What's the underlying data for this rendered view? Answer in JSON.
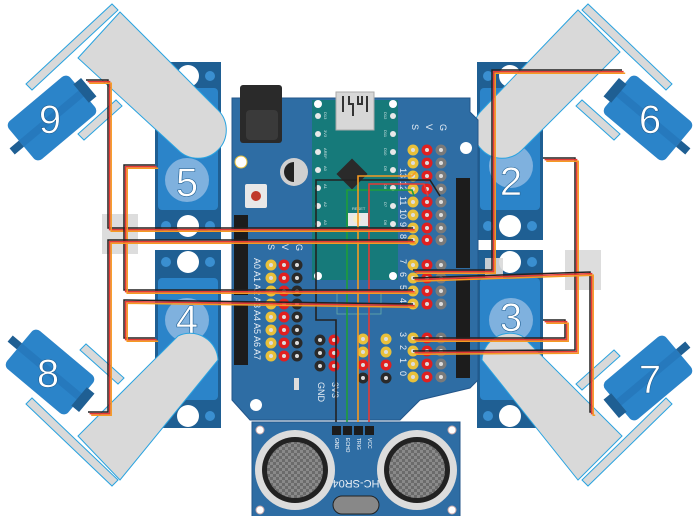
{
  "diagram": {
    "title": "Quadruped robot wiring: Arduino Nano on sensor shield, 8 servos, HC-SR04",
    "colors": {
      "shield": "#2e6da4",
      "nano": "#167a7a",
      "servo": "#2b7fc4",
      "servo_dark": "#1f5f93",
      "horn": "#d9d9d9",
      "horn_outline": "#29a3e0",
      "wire_black": "#222222",
      "wire_red": "#e53935",
      "wire_orange": "#f59a23",
      "wire_green": "#1f9d3a",
      "pin_signal": "#e8c03a",
      "pin_power": "#e02020",
      "pin_ground": "#555555"
    }
  },
  "servos": [
    {
      "id": "servo-9",
      "label": "9"
    },
    {
      "id": "servo-5",
      "label": "5"
    },
    {
      "id": "servo-6",
      "label": "6"
    },
    {
      "id": "servo-2",
      "label": "2"
    },
    {
      "id": "servo-8",
      "label": "8"
    },
    {
      "id": "servo-4",
      "label": "4"
    },
    {
      "id": "servo-7",
      "label": "7"
    },
    {
      "id": "servo-3",
      "label": "3"
    }
  ],
  "shield": {
    "digital_header_titles": [
      "S",
      "V",
      "G"
    ],
    "analog_header_titles": [
      "S",
      "V",
      "G"
    ],
    "digital_pins_top": [
      "13",
      "12",
      "11",
      "10",
      "9",
      "8"
    ],
    "digital_pins_mid": [
      "7",
      "6",
      "5",
      "4"
    ],
    "digital_pins_low": [
      "3",
      "2",
      "1",
      "0"
    ],
    "analog_pins": [
      "A0",
      "A1",
      "A2",
      "A3",
      "A4",
      "A5",
      "A6",
      "A7"
    ],
    "power_labels": [
      "3V3",
      "GND"
    ]
  },
  "nano": {
    "left_pins": [
      "D13",
      "3V3",
      "AREF",
      "A0",
      "A1",
      "A2",
      "A3",
      "A4",
      "A5",
      "A6",
      "A7",
      "5V",
      "RST",
      "GND",
      "VIN"
    ],
    "right_pins": [
      "D12",
      "D11",
      "D10",
      "D9",
      "D8",
      "D7",
      "D6",
      "D5",
      "D4",
      "D3",
      "D2",
      "GND",
      "RST",
      "RX0",
      "TX1"
    ],
    "reset_label": "RESET",
    "led_labels": [
      "L",
      "ON",
      "TX",
      "RX"
    ]
  },
  "sensor": {
    "model": "HC-SR04",
    "pins": [
      "GND",
      "ECHO",
      "TRIG",
      "VCC"
    ]
  }
}
